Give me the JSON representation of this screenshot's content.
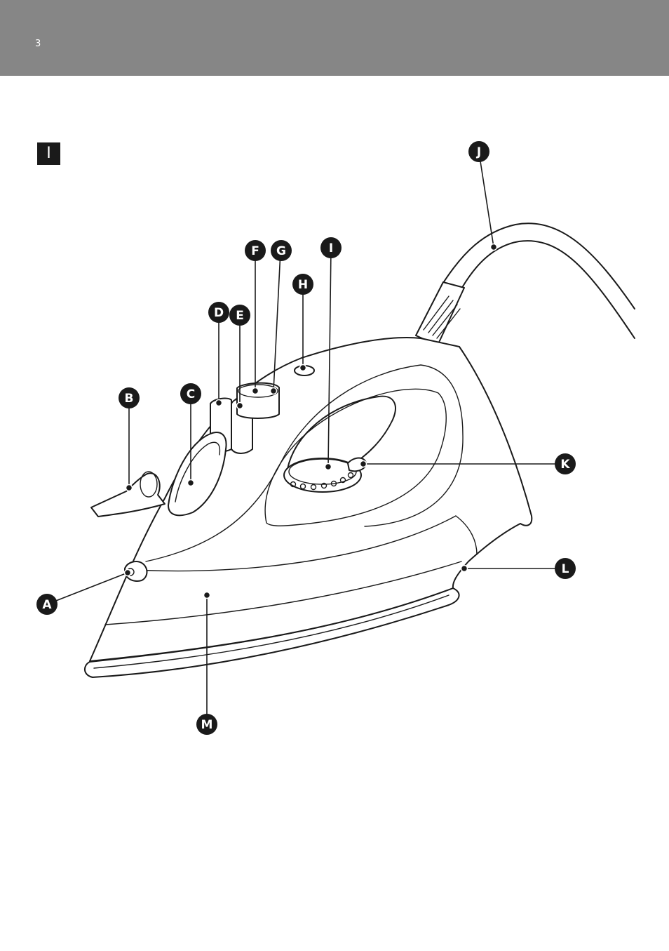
{
  "header": {
    "page_number": "3",
    "background_color": "#868686"
  },
  "figure": {
    "badge": "I"
  },
  "callouts": [
    {
      "letter": "A"
    },
    {
      "letter": "B"
    },
    {
      "letter": "C"
    },
    {
      "letter": "D"
    },
    {
      "letter": "E"
    },
    {
      "letter": "F"
    },
    {
      "letter": "G"
    },
    {
      "letter": "H"
    },
    {
      "letter": "I"
    },
    {
      "letter": "J"
    },
    {
      "letter": "K"
    },
    {
      "letter": "L"
    },
    {
      "letter": "M"
    }
  ]
}
